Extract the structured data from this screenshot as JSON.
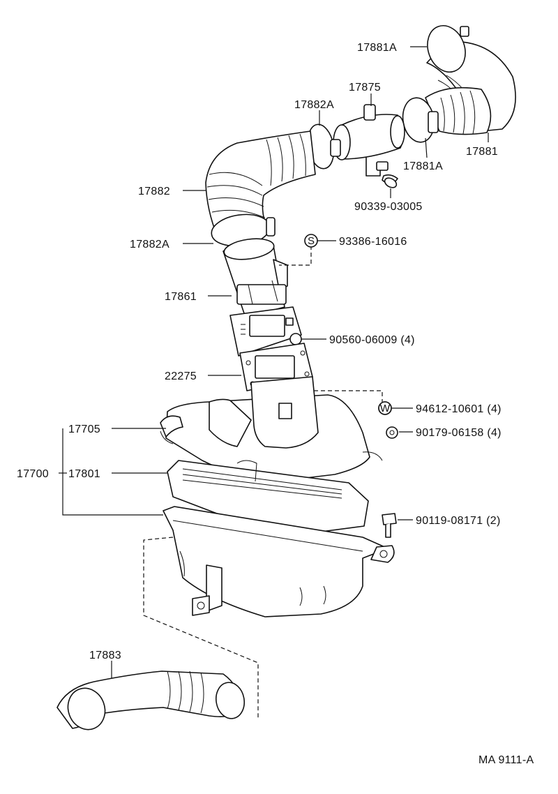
{
  "diagram": {
    "labels": {
      "p17881A_top": "17881A",
      "p17875": "17875",
      "p17882A_top": "17882A",
      "p17881": "17881",
      "p17881A_low": "17881A",
      "p17882": "17882",
      "p90339": "90339-03005",
      "p17882A_low": "17882A",
      "p93386": "93386-16016",
      "p17861": "17861",
      "p90560": "90560-06009 (4)",
      "p22275": "22275",
      "p94612": "94612-10601 (4)",
      "p17705": "17705",
      "p90179": "90179-06158 (4)",
      "p17700": "17700",
      "p17801": "17801",
      "p90119": "90119-08171 (2)",
      "p17883": "17883",
      "code": "MA 9111-A"
    },
    "symbols": {
      "s": "S",
      "w": "W"
    }
  }
}
